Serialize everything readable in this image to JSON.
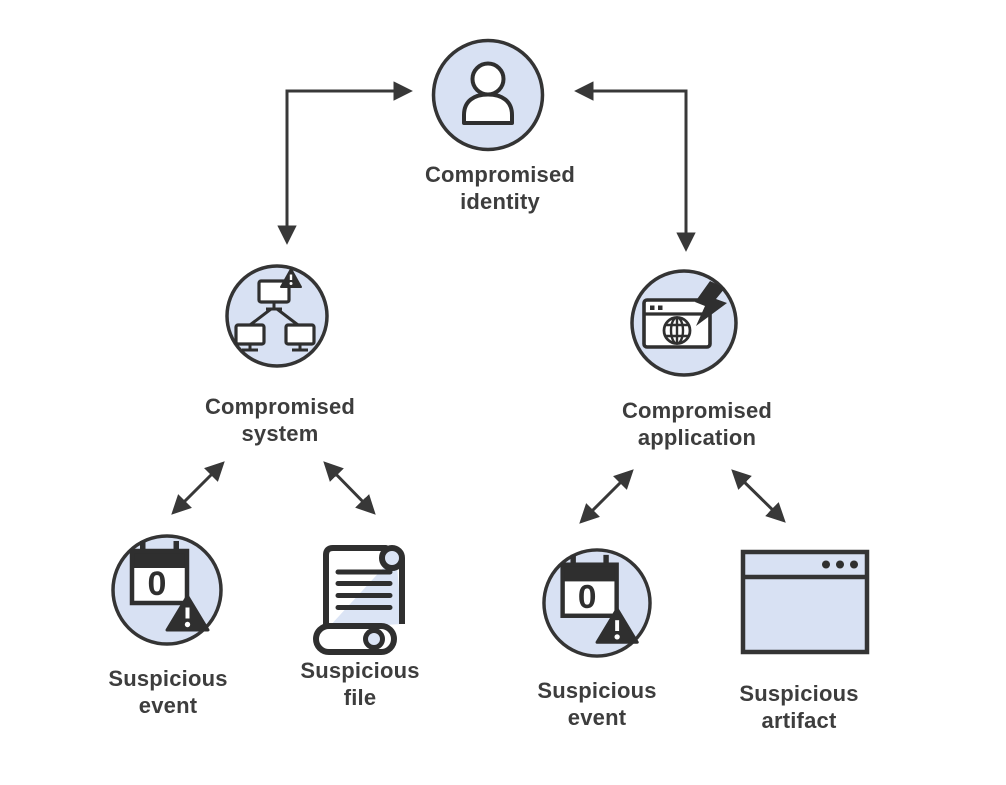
{
  "diagram": {
    "type": "security-incident-relationship-diagram",
    "background": "#ffffff"
  },
  "colors": {
    "node_fill": "#d8e1f3",
    "node_outline": "#343434",
    "icon_dark": "#2f2f2f",
    "label_text": "#3d3d3d",
    "arrow": "#383838",
    "shade_blue": "#dbe4f5",
    "white": "#ffffff"
  },
  "nodes": [
    {
      "id": "compromised-identity",
      "label": "Compromised\nidentity",
      "icon": "person-icon",
      "shape": "circle"
    },
    {
      "id": "compromised-system",
      "label": "Compromised\nsystem",
      "icon": "network-computers-alert-icon",
      "shape": "circle"
    },
    {
      "id": "compromised-application",
      "label": "Compromised\napplication",
      "icon": "browser-lightning-icon",
      "shape": "circle"
    },
    {
      "id": "suspicious-event-left",
      "label": "Suspicious\nevent",
      "icon": "calendar-alert-icon",
      "shape": "circle"
    },
    {
      "id": "suspicious-file",
      "label": "Suspicious\nfile",
      "icon": "scroll-icon",
      "shape": "none"
    },
    {
      "id": "suspicious-event-right",
      "label": "Suspicious\nevent",
      "icon": "calendar-alert-icon",
      "shape": "circle"
    },
    {
      "id": "suspicious-artifact",
      "label": "Suspicious\nartifact",
      "icon": "browser-window-icon",
      "shape": "rectangle"
    }
  ],
  "edges": [
    {
      "from": "compromised-system",
      "to": "compromised-identity",
      "style": "elbow",
      "arrows": "both"
    },
    {
      "from": "compromised-application",
      "to": "compromised-identity",
      "style": "elbow",
      "arrows": "both"
    },
    {
      "from": "compromised-system",
      "to": "suspicious-event-left",
      "style": "diagonal",
      "arrows": "both"
    },
    {
      "from": "compromised-system",
      "to": "suspicious-file",
      "style": "diagonal",
      "arrows": "both"
    },
    {
      "from": "compromised-application",
      "to": "suspicious-event-right",
      "style": "diagonal",
      "arrows": "both"
    },
    {
      "from": "compromised-application",
      "to": "suspicious-artifact",
      "style": "diagonal",
      "arrows": "both"
    }
  ]
}
